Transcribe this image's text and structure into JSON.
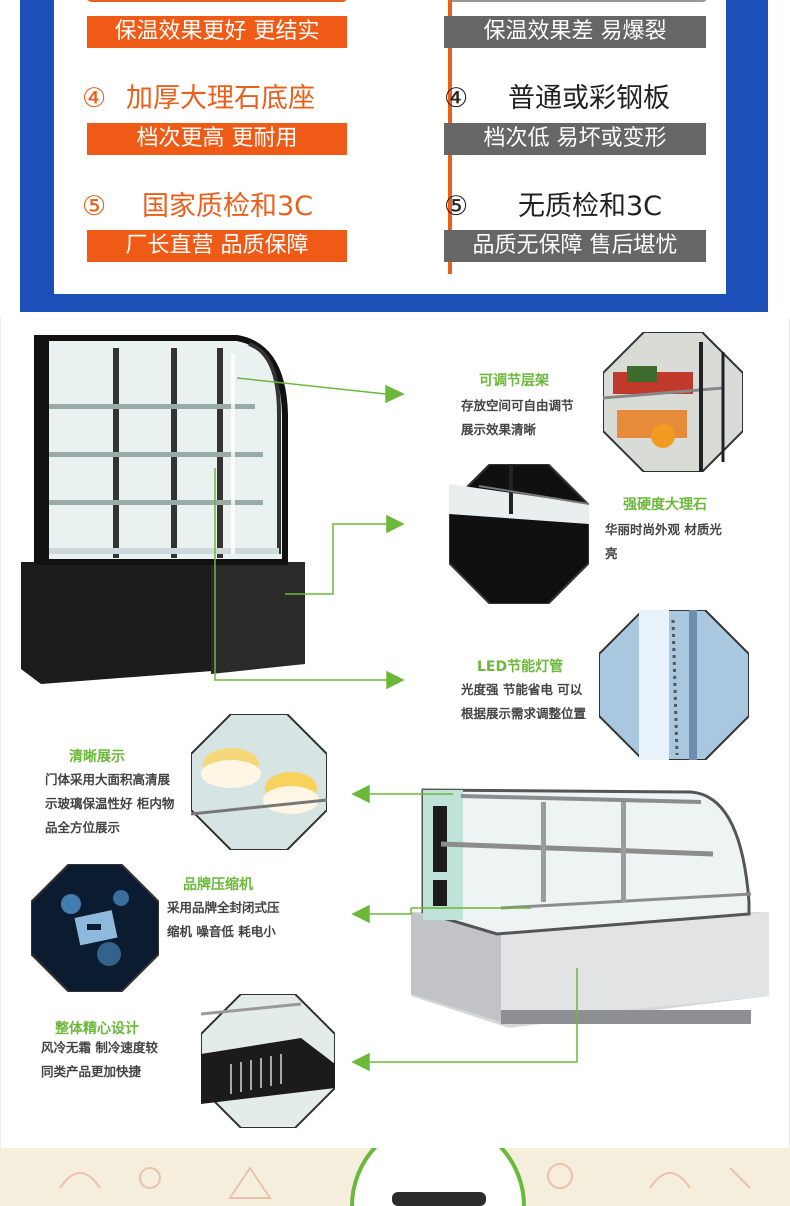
{
  "compare": {
    "left": [
      {
        "banner": "保温效果更好  更结实"
      },
      {
        "num": "④",
        "title": "加厚大理石底座",
        "banner": "档次更高 更耐用"
      },
      {
        "num": "⑤",
        "title": "国家质检和3C",
        "banner": "厂长直营 品质保障"
      }
    ],
    "right": [
      {
        "banner": "保温效果差 易爆裂"
      },
      {
        "num": "④",
        "title": "普通或彩钢板",
        "banner": "档次低 易坏或变形"
      },
      {
        "num": "⑤",
        "title": "无质检和3C",
        "banner": "品质无保障 售后堪忧"
      }
    ]
  },
  "features": {
    "adjustable_shelf": {
      "title": "可调节层架",
      "desc": [
        "存放空间可自由调节",
        "展示效果清晰"
      ]
    },
    "marble": {
      "title": "强硬度大理石",
      "desc": [
        "华丽时尚外观 材质光",
        "亮"
      ]
    },
    "led": {
      "title": "LED节能灯管",
      "desc": [
        "光度强 节能省电 可以",
        "根据展示需求调整位置"
      ]
    },
    "clear_display": {
      "title": "清晰展示",
      "desc": [
        "门体采用大面积高清展",
        "示玻璃保温性好 柜内物",
        "品全方位展示"
      ]
    },
    "compressor": {
      "title": "品牌压缩机",
      "desc": [
        "采用品牌全封闭式压",
        "缩机 噪音低 耗电小"
      ]
    },
    "design": {
      "title": "整体精心设计",
      "desc": [
        "风冷无霜 制冷速度较",
        "同类产品更加快捷"
      ]
    }
  },
  "colors": {
    "orange": "#ef5b16",
    "blue": "#1d4fb8",
    "gray": "#666666",
    "green": "#6bb83a"
  }
}
